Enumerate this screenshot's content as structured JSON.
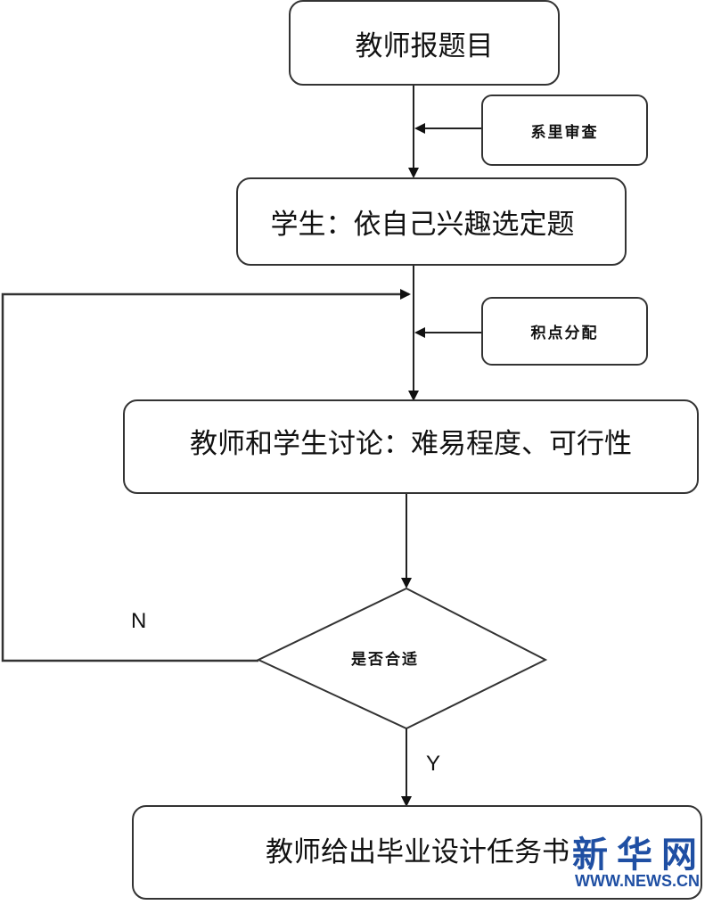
{
  "diagram": {
    "title": "毕业设计选题流程",
    "nodes": {
      "teacher_topics": "教师报题目",
      "dept_review": "系里审查",
      "student_select": "学生：依自己兴趣选定题",
      "credit_alloc": "积点分配",
      "discussion": "教师和学生讨论：难易程度、可行性",
      "decision": "是否合适",
      "task_book": "教师给出毕业设计任务书"
    },
    "edge_labels": {
      "no": "N",
      "yes": "Y"
    }
  },
  "watermark": {
    "name": "新华网",
    "url": "WWW.NEWS.CN",
    "color": "#1f4fa3"
  }
}
